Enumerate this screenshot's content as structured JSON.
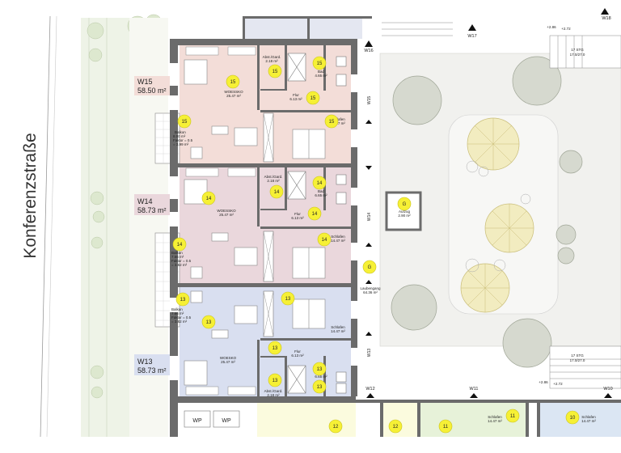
{
  "street": {
    "name": "Konferenzstraße"
  },
  "units": [
    {
      "id": "W15",
      "area": "58.50 m²",
      "color": "#f3ddd8",
      "marker": "15",
      "rooms": {
        "living": {
          "name": "WOESSKO",
          "area": "25.47 m²"
        },
        "storage": {
          "name": "Abst./Gard.",
          "area": "2.18 m²"
        },
        "bath": {
          "name": "Bad",
          "area": "4.65 m²"
        },
        "hall": {
          "name": "Flur",
          "area": "6.13 m²"
        },
        "sleep": {
          "name": "Schlafen",
          "area": "14.47 m²"
        },
        "balcony": {
          "name": "Balkon",
          "area": "8.00 m²",
          "factor": "Faktor = 0.5",
          "result": "= 3.99 m²"
        }
      }
    },
    {
      "id": "W14",
      "area": "58.73 m²",
      "color": "#ead7dc",
      "marker": "14",
      "rooms": {
        "living": {
          "name": "WOESSKO",
          "area": "25.47 m²"
        },
        "storage": {
          "name": "Abst./Gard.",
          "area": "2.18 m²"
        },
        "bath": {
          "name": "Bad",
          "area": "6.65 m²"
        },
        "hall": {
          "name": "Flur",
          "area": "6.13 m²"
        },
        "sleep": {
          "name": "Schlafen",
          "area": "14.47 m²"
        },
        "balcony": {
          "name": "Balkon",
          "area": "7.66 m²",
          "factor": "Faktor = 0.5",
          "result": "= 3.82 m²"
        }
      }
    },
    {
      "id": "W13",
      "area": "58.73 m²",
      "color": "#d9dff0",
      "marker": "13",
      "rooms": {
        "living": {
          "name": "WOESKO",
          "area": "25.47 m²"
        },
        "storage": {
          "name": "Abst./Gard.",
          "area": "2.18 m²"
        },
        "bath": {
          "name": "Bad",
          "area": "6.65 m²"
        },
        "hall": {
          "name": "Flur",
          "area": "6.13 m²"
        },
        "sleep": {
          "name": "Schlafen",
          "area": "14.47 m²"
        },
        "balcony": {
          "name": "Balkon",
          "area": "7.66 m²",
          "factor": "Faktor = 0.5",
          "result": "= 3.82 m²"
        }
      }
    }
  ],
  "common": {
    "marker": "G",
    "elevator": {
      "name": "Aufzug",
      "area": "2.90 m²"
    },
    "corridor": {
      "name": "Laubengang",
      "area": "64.36 m²"
    }
  },
  "stairs": [
    {
      "steps": "17 STG",
      "ratio": "17.0/27.0"
    },
    {
      "steps": "17 STG",
      "ratio": "17.0/27.0"
    }
  ],
  "unit_tags": {
    "w16": "W16",
    "w17": "W17",
    "w18": "W18",
    "w15": "W15",
    "w14": "W14",
    "w13": "W13",
    "w12": "W12",
    "w11": "W11",
    "w10": "W10"
  },
  "south_units": [
    {
      "marker": "12",
      "color": "#fbfbde"
    },
    {
      "marker": "11",
      "color": "#e7f2d9",
      "sleep": {
        "name": "Schlafen",
        "area": "14.47 m²"
      }
    },
    {
      "marker": "10",
      "color": "#dbe6f3",
      "sleep": {
        "name": "Schlafen",
        "area": "14.47 m²"
      }
    }
  ],
  "parking": {
    "label": "WP"
  },
  "levels": {
    "a": "+2.86",
    "b": "+2.72"
  },
  "colors": {
    "wall": "#6b6b6b",
    "marker": "#f6f035",
    "courtyard": "#f1f1ee",
    "park": "#eef3e7"
  }
}
